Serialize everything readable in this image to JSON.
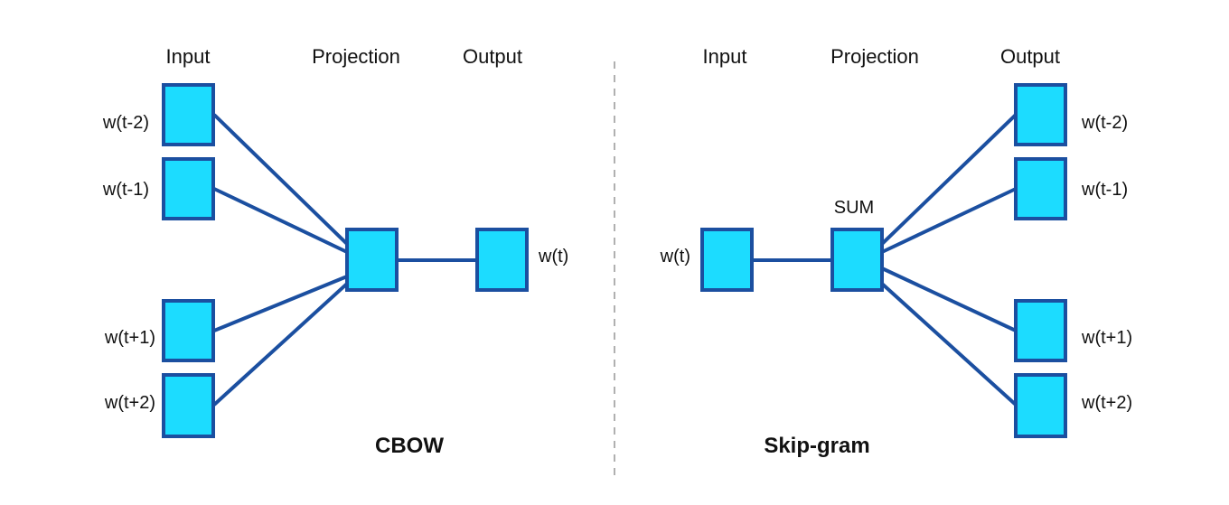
{
  "cbow": {
    "title": "CBOW",
    "headers": {
      "input": "Input",
      "projection": "Projection",
      "output": "Output"
    },
    "inputs": [
      "w(t-2)",
      "w(t-1)",
      "w(t+1)",
      "w(t+2)"
    ],
    "output": "w(t)"
  },
  "skipgram": {
    "title": "Skip-gram",
    "headers": {
      "input": "Input",
      "projection": "Projection",
      "output": "Output"
    },
    "input": "w(t)",
    "projection_label": "SUM",
    "outputs": [
      "w(t-2)",
      "w(t-1)",
      "w(t+1)",
      "w(t+2)"
    ]
  },
  "colors": {
    "node_fill": "#1cdcff",
    "node_stroke": "#1b4fa0",
    "edge": "#1b4fa0",
    "divider": "#b0b0b0"
  }
}
